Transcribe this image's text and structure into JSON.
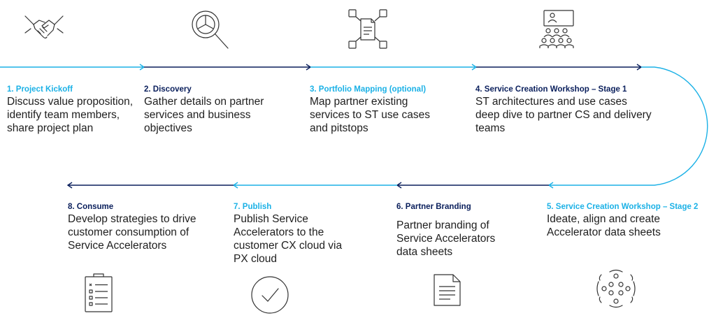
{
  "colors": {
    "navy": "#0a1f5c",
    "cyan": "#1bb1e6",
    "icon": "#333333",
    "text": "#1e1e1e"
  },
  "steps": [
    {
      "title": "1. Project Kickoff",
      "desc": "Discuss value proposition, identify team members, share project plan",
      "title_color": "cyan",
      "icon": "handshake-icon"
    },
    {
      "title": "2. Discovery",
      "desc": "Gather details on partner services and business objectives",
      "title_color": "navy",
      "icon": "magnifier-chart-icon"
    },
    {
      "title": "3. Portfolio Mapping (optional)",
      "desc": "Map partner existing services to ST use cases and pitstops",
      "title_color": "cyan",
      "icon": "document-network-icon"
    },
    {
      "title": "4. Service Creation Workshop – Stage 1",
      "desc": "ST architectures and use cases deep dive to partner CS and delivery teams",
      "title_color": "navy",
      "icon": "presentation-audience-icon"
    },
    {
      "title": "5. Service Creation Workshop – Stage 2",
      "desc": "Ideate, align and create Accelerator data sheets",
      "title_color": "cyan",
      "icon": "group-collaboration-icon"
    },
    {
      "title": "6. Partner Branding",
      "desc": "Partner branding of Service Accelerators data sheets",
      "title_color": "navy",
      "icon": "document-icon"
    },
    {
      "title": "7. Publish",
      "desc": "Publish Service Accelerators to the customer CX cloud via PX cloud",
      "title_color": "cyan",
      "icon": "check-circle-icon"
    },
    {
      "title": "8. Consume",
      "desc": "Develop strategies to drive customer consumption of Service Accelerators",
      "title_color": "navy",
      "icon": "checklist-clipboard-icon"
    }
  ]
}
